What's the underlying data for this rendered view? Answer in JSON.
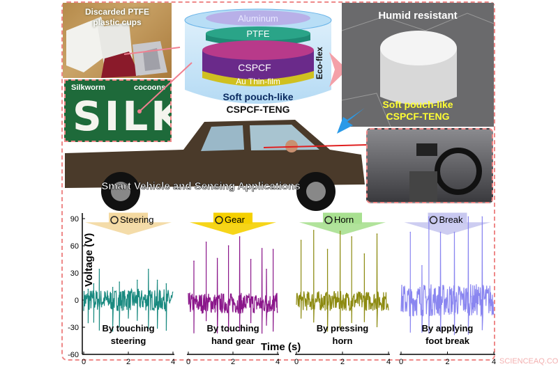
{
  "photos": {
    "ptfe_cups": {
      "label": "Discarded PTFE plastic cups",
      "line1": "Discarded PTFE",
      "line2": "plastic cups"
    },
    "silk": {
      "label": "Silkworm cocoons",
      "left": "Silkworm",
      "right": "cocoons",
      "word": "SILK"
    },
    "humid": {
      "title": "Humid resistant",
      "line1": "Soft pouch-like",
      "line2": "CSPCF-TENG"
    }
  },
  "device": {
    "layers": {
      "top": "Aluminum",
      "ptfe": "PTFE",
      "core": "CSPCF",
      "bottom": "Au Thin-film",
      "shell": "Eco-flex"
    },
    "line1": "Soft pouch-like",
    "line2": "CSPCF-TENG"
  },
  "vehicle_title": "Smart Vehicle and Sensing Applications",
  "colors": {
    "frame": "#e88888",
    "steering": "#1a8a80",
    "gear": "#8a168a",
    "horn": "#8c8a10",
    "break": "#8a86f0",
    "humid_label": "#ffff33"
  },
  "chart_data": {
    "type": "line",
    "ylabel": "Voltage (V)",
    "xlabel": "Time (s)",
    "ylim": [
      -60,
      90
    ],
    "yticks": [
      "90",
      "60",
      "30",
      "0",
      "-30",
      "-60"
    ],
    "xlim": [
      0,
      4
    ],
    "xticks": [
      "0",
      "2",
      "4"
    ],
    "panels": [
      {
        "name": "Steering",
        "icon": "steering-wheel-icon",
        "caption1": "By touching",
        "caption2": "steering",
        "color": "#1a8a80",
        "arrow": "#f3d8a0",
        "noise": [
          -12,
          12
        ],
        "spikes": [
          [
            0.2,
            12
          ],
          [
            0.45,
            18
          ],
          [
            0.7,
            34
          ],
          [
            1.3,
            14
          ],
          [
            1.6,
            20
          ],
          [
            2.0,
            10
          ],
          [
            2.4,
            22
          ],
          [
            2.9,
            34
          ],
          [
            3.3,
            22
          ],
          [
            3.7,
            18
          ]
        ]
      },
      {
        "name": "Gear",
        "icon": "gear-icon",
        "caption1": "By touching",
        "caption2": "hand gear",
        "color": "#8a168a",
        "arrow": "#f5d000",
        "noise": [
          -15,
          8
        ],
        "spikes": [
          [
            0.25,
            43
          ],
          [
            0.8,
            64
          ],
          [
            1.3,
            46
          ],
          [
            1.8,
            60
          ],
          [
            2.3,
            70
          ],
          [
            2.8,
            45
          ],
          [
            3.3,
            57
          ],
          [
            3.5,
            34
          ],
          [
            3.8,
            56
          ]
        ]
      },
      {
        "name": "Horn",
        "icon": "horn-icon",
        "caption1": "By pressing",
        "caption2": "horn",
        "color": "#8c8a10",
        "arrow": "#a8e090",
        "noise": [
          -12,
          10
        ],
        "spikes": [
          [
            0.2,
            66
          ],
          [
            0.75,
            77
          ],
          [
            1.35,
            56
          ],
          [
            1.9,
            76
          ],
          [
            2.4,
            70
          ],
          [
            2.95,
            51
          ],
          [
            3.5,
            73
          ]
        ]
      },
      {
        "name": "Break",
        "icon": "brake-icon",
        "caption1": "By applying",
        "caption2": "foot break",
        "color": "#8a86f0",
        "arrow": "#c8c8f0",
        "noise": [
          -18,
          18
        ],
        "spikes": [
          [
            0.4,
            75
          ],
          [
            0.9,
            38
          ],
          [
            1.2,
            92
          ],
          [
            1.7,
            75
          ],
          [
            2.3,
            75
          ],
          [
            2.9,
            92
          ],
          [
            3.5,
            92
          ]
        ]
      }
    ]
  },
  "watermark": "SCIENCEAQ.COM"
}
